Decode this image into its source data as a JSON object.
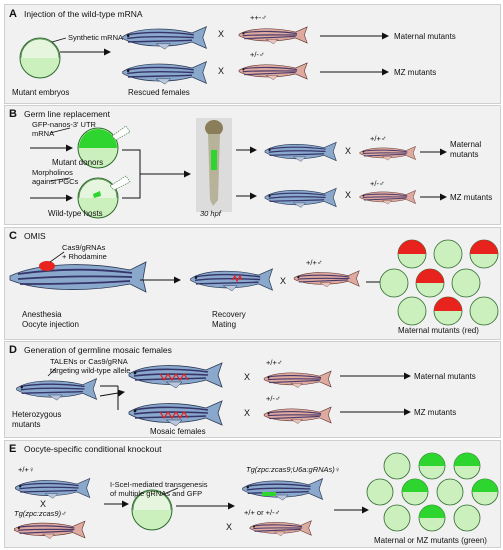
{
  "panels": [
    {
      "label": "A",
      "title": "Injection of the wild-type mRNA"
    },
    {
      "label": "B",
      "title": "Germ line replacement"
    },
    {
      "label": "C",
      "title": "OMIS"
    },
    {
      "label": "D",
      "title": "Generation of germline mosaic females"
    },
    {
      "label": "E",
      "title": "Oocyte-specific conditional knockout"
    }
  ],
  "cross_symbol": "X",
  "a": {
    "synthetic_mrna": "Synthetic mRNA",
    "mutant_embryos": "Mutant embryos",
    "rescued_females": "Rescued females",
    "male_homo": "++-♂",
    "male_het": "+/-♂",
    "maternal": "Maternal mutants",
    "mz": "MZ mutants"
  },
  "b": {
    "gfp_line1": "GFP-nanos-3' UTR",
    "gfp_line2": "mRNA",
    "mutant_donors": "Mutant donors",
    "morph_line1": "Morpholinos",
    "morph_line2": "against PGCs",
    "wt_hosts": "Wild-type hosts",
    "hpf": "30 hpf",
    "male_wt": "+/+♂",
    "male_het": "+/-♂",
    "maternal_line1": "Maternal",
    "maternal_line2": "mutants",
    "mz": "MZ mutants"
  },
  "c": {
    "cas9_line1": "Cas9/gRNAs",
    "cas9_line2": "+ Rhodamine",
    "anesthesia_line1": "Anesthesia",
    "anesthesia_line2": "Oocyte injection",
    "recovery_line1": "Recovery",
    "recovery_line2": "Mating",
    "male_wt": "+/+♂",
    "result": "Maternal mutants (red)"
  },
  "d": {
    "talen_line1": "TALENs or Cas9/gRNA",
    "talen_line2": "targeting wild-type allele",
    "het_line1": "Heterozygous",
    "het_line2": "mutants",
    "mosaic": "Mosaic females",
    "male_wt": "+/+♂",
    "male_het": "+/-♂",
    "maternal": "Maternal mutants",
    "mz": "MZ mutants"
  },
  "e": {
    "female_wt": "+/+♀",
    "tg_zcas9": "Tg(zpc:zcas9)♂",
    "isce_line1": "I-SceI-mediated transgenesis",
    "isce_line2": "of multiple gRNAs and GFP",
    "tg_u6a": "Tg(zpc:zcas9;U6a:gRNAs)♀",
    "male_geno": "+/+ or +/-♂",
    "result": "Maternal or MZ mutants (green)"
  },
  "colors": {
    "panel_bg": "#f1f1f1",
    "embryo_green": "#ccefbe",
    "gfp_green": "#2fd52f",
    "red_mark": "#e8231d",
    "female_blue": "#7f9ec4",
    "male_pink": "#d9a59c",
    "stripe": "#35356a"
  }
}
